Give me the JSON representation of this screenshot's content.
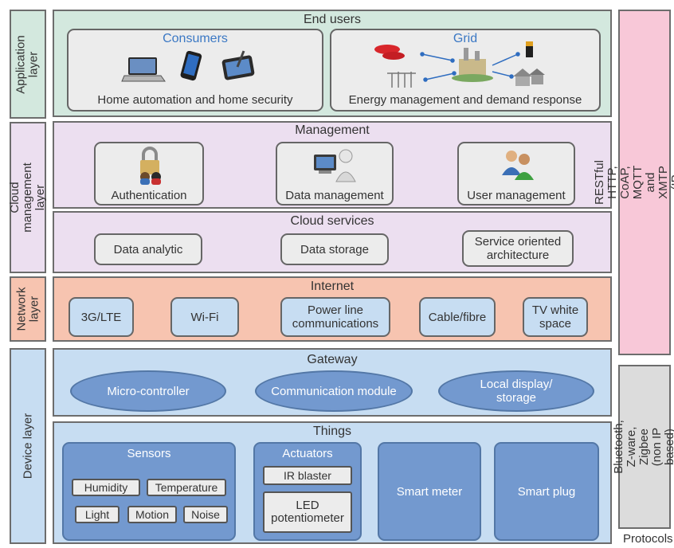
{
  "layers": {
    "application": "Application layer",
    "cloud": "Cloud management layer",
    "network": "Network layer",
    "device": "Device layer"
  },
  "application": {
    "title": "End users",
    "consumers": {
      "title": "Consumers",
      "label": "Home automation and home security"
    },
    "grid": {
      "title": "Grid",
      "label": "Energy management and demand response"
    }
  },
  "management": {
    "title": "Management",
    "items": [
      "Authentication",
      "Data management",
      "User management"
    ]
  },
  "cloud_services": {
    "title": "Cloud services",
    "items": [
      "Data analytic",
      "Data storage",
      "Service oriented architecture"
    ]
  },
  "internet": {
    "title": "Internet",
    "items": [
      "3G/LTE",
      "Wi-Fi",
      "Power line communications",
      "Cable/fibre",
      "TV white space"
    ]
  },
  "gateway": {
    "title": "Gateway",
    "items": [
      "Micro-controller",
      "Communication module",
      "Local display/ storage"
    ]
  },
  "things": {
    "title": "Things",
    "sensors": {
      "title": "Sensors",
      "items": [
        "Humidity",
        "Temperature",
        "Light",
        "Motion",
        "Noise"
      ]
    },
    "actuators": {
      "title": "Actuators",
      "items": [
        "IR blaster",
        "LED potentiometer"
      ]
    },
    "smart_meter": "Smart meter",
    "smart_plug": "Smart plug"
  },
  "protocols": {
    "ip": "RESTful HTTP, CoAP, MQTT and XMTP (IP based)",
    "non_ip": "Bluetooth, Z-ware, Zigbee (non IP based)",
    "label": "Protocols"
  },
  "colors": {
    "application": "#d3e8de",
    "cloud": "#ecdff0",
    "network": "#f7c4b0",
    "device": "#c7ddf2",
    "blue_shape": "#7399cf",
    "protocol_ip": "#f8c8d8",
    "protocol_non_ip": "#dcdcdc"
  },
  "icons": [
    "laptop-icon",
    "smartphone-icon",
    "tablet-icon",
    "car-icon",
    "battery-icon",
    "wind-turbine-icon",
    "power-plant-icon",
    "house-icon",
    "lock-icon",
    "computer-user-icon",
    "users-icon"
  ]
}
